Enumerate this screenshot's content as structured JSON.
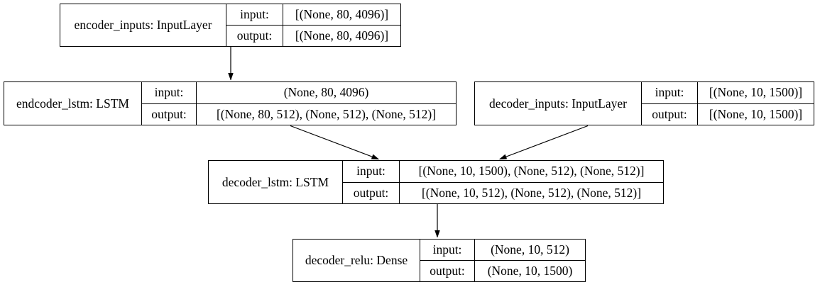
{
  "diagram": {
    "kind": "keras-model-architecture-plot",
    "background_color": "#ffffff",
    "border_color": "#000000",
    "text_color": "#000000",
    "labels": {
      "input": "input:",
      "output": "output:"
    },
    "nodes": [
      {
        "id": "encoder_inputs",
        "title": "encoder_inputs: InputLayer",
        "input_value": "[(None, 80, 4096)]",
        "output_value": "[(None, 80, 4096)]"
      },
      {
        "id": "endcoder_lstm",
        "title": "endcoder_lstm: LSTM",
        "input_value": "(None, 80, 4096)",
        "output_value": "[(None, 80, 512), (None, 512), (None, 512)]"
      },
      {
        "id": "decoder_inputs",
        "title": "decoder_inputs: InputLayer",
        "input_value": "[(None, 10, 1500)]",
        "output_value": "[(None, 10, 1500)]"
      },
      {
        "id": "decoder_lstm",
        "title": "decoder_lstm: LSTM",
        "input_value": "[(None, 10, 1500), (None, 512), (None, 512)]",
        "output_value": "[(None, 10, 512), (None, 512), (None, 512)]"
      },
      {
        "id": "decoder_relu",
        "title": "decoder_relu: Dense",
        "input_value": "(None, 10, 512)",
        "output_value": "(None, 10, 1500)"
      }
    ],
    "edges": [
      {
        "from": "encoder_inputs",
        "to": "endcoder_lstm"
      },
      {
        "from": "endcoder_lstm",
        "to": "decoder_lstm"
      },
      {
        "from": "decoder_inputs",
        "to": "decoder_lstm"
      },
      {
        "from": "decoder_lstm",
        "to": "decoder_relu"
      }
    ]
  }
}
